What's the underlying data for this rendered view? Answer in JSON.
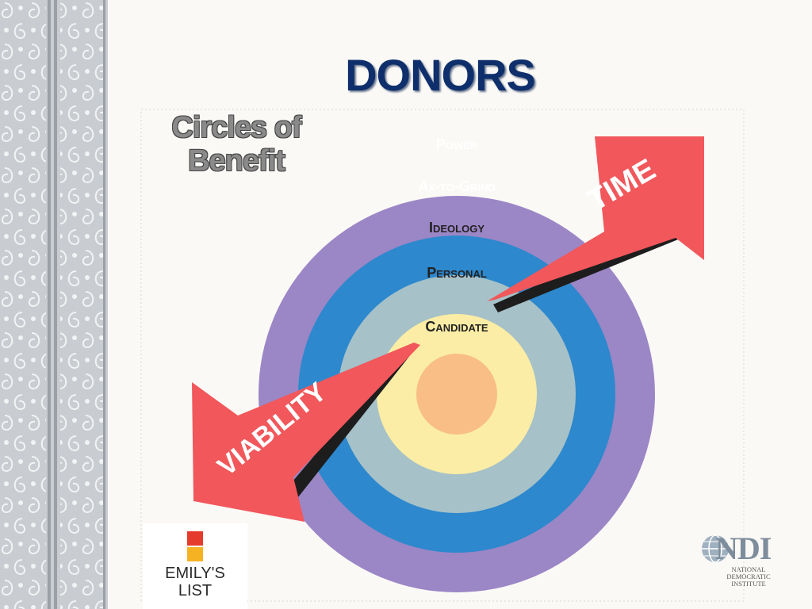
{
  "slide": {
    "title": "DONORS"
  },
  "diagram": {
    "heading_line1": "Circles of",
    "heading_line2": "Benefit",
    "rings": [
      {
        "label": "Power",
        "color": "#9b86c6"
      },
      {
        "label": "Ax-to-Grind",
        "color": "#2d88cd"
      },
      {
        "label": "Ideology",
        "color": "#a6c1c8"
      },
      {
        "label": "Personal",
        "color": "#fbeda5"
      },
      {
        "label": "Candidate",
        "color": "#f8be86"
      }
    ],
    "arrows": [
      {
        "label": "TIME",
        "color": "#f1575b"
      },
      {
        "label": "VIABILITY",
        "color": "#f1575b"
      }
    ]
  },
  "logos": {
    "emilys_list": {
      "line1": "EMILY'S",
      "line2": "LIST"
    },
    "ndi": {
      "letters": "NDI",
      "line1": "NATIONAL",
      "line2": "DEMOCRATIC",
      "line3": "INSTITUTE"
    }
  }
}
